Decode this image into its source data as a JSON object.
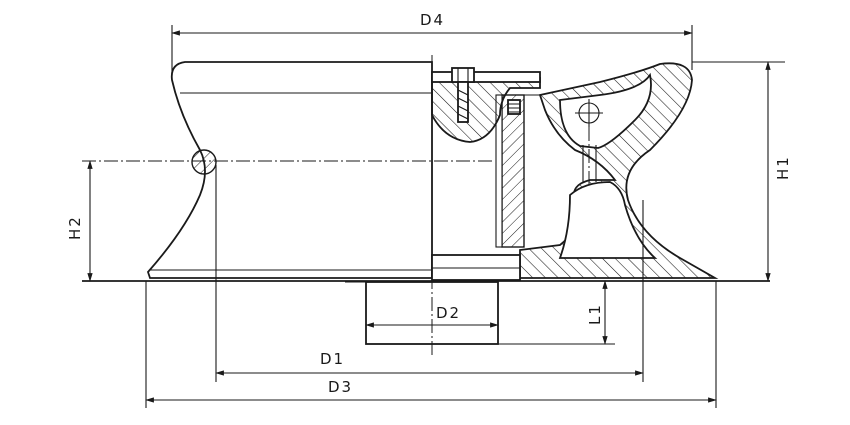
{
  "drawing": {
    "labels": {
      "d4": "D4",
      "h1": "H1",
      "h2": "H2",
      "d2": "D2",
      "l1": "L1",
      "d1": "D1",
      "d3": "D3"
    }
  }
}
